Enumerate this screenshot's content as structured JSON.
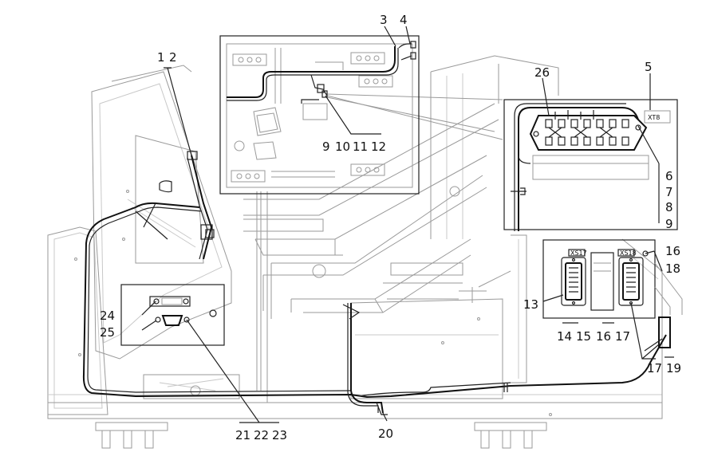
{
  "callouts": [
    {
      "id": "c1",
      "text": "1"
    },
    {
      "id": "c2",
      "text": "2"
    },
    {
      "id": "c3",
      "text": "3"
    },
    {
      "id": "c4",
      "text": "4"
    },
    {
      "id": "c5",
      "text": "5"
    },
    {
      "id": "c6",
      "text": "6"
    },
    {
      "id": "c7",
      "text": "7"
    },
    {
      "id": "c8",
      "text": "8"
    },
    {
      "id": "c9",
      "text": "9"
    },
    {
      "id": "c9b",
      "text": "9"
    },
    {
      "id": "c10",
      "text": "10"
    },
    {
      "id": "c11",
      "text": "11"
    },
    {
      "id": "c12",
      "text": "12"
    },
    {
      "id": "c13",
      "text": "13"
    },
    {
      "id": "c14",
      "text": "14"
    },
    {
      "id": "c15",
      "text": "15"
    },
    {
      "id": "c16",
      "text": "16"
    },
    {
      "id": "c16b",
      "text": "16"
    },
    {
      "id": "c17",
      "text": "17"
    },
    {
      "id": "c17b",
      "text": "17"
    },
    {
      "id": "c18",
      "text": "18"
    },
    {
      "id": "c19",
      "text": "19"
    },
    {
      "id": "c20",
      "text": "20"
    },
    {
      "id": "c21",
      "text": "21"
    },
    {
      "id": "c22",
      "text": "22"
    },
    {
      "id": "c23",
      "text": "23"
    },
    {
      "id": "c24",
      "text": "24"
    },
    {
      "id": "c25",
      "text": "25"
    },
    {
      "id": "c26",
      "text": "26"
    }
  ],
  "labels": {
    "xt8": "XT8",
    "xs17": "XS17",
    "xs18": "XS18"
  }
}
